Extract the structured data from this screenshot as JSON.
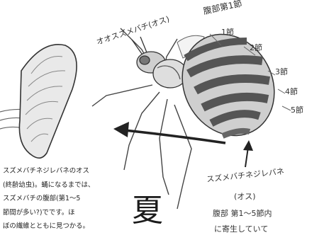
{
  "labels": {
    "male_wasp": "オオスズメバチ(オス)",
    "abdomen_first": "腹部第1節",
    "seg1": "1節",
    "seg2": "2節",
    "seg3": "3節",
    "seg4": "4節",
    "seg5": "5節",
    "parasite_name": "スズメバチネジレバネ",
    "parasite_sex": "(オス)",
    "parasite_loc1": "腹部 第1〜5節内",
    "parasite_loc2": "に寄生していて"
  },
  "caption": [
    "スズメバチネジレバネのオス",
    "(終齢幼虫)。蛹になるまでは、",
    "スズメバチの腹部(第1〜5",
    "節間が多い?)でです。ほ",
    "ぼの繊維とともに見つかる。"
  ],
  "season": "夏"
}
